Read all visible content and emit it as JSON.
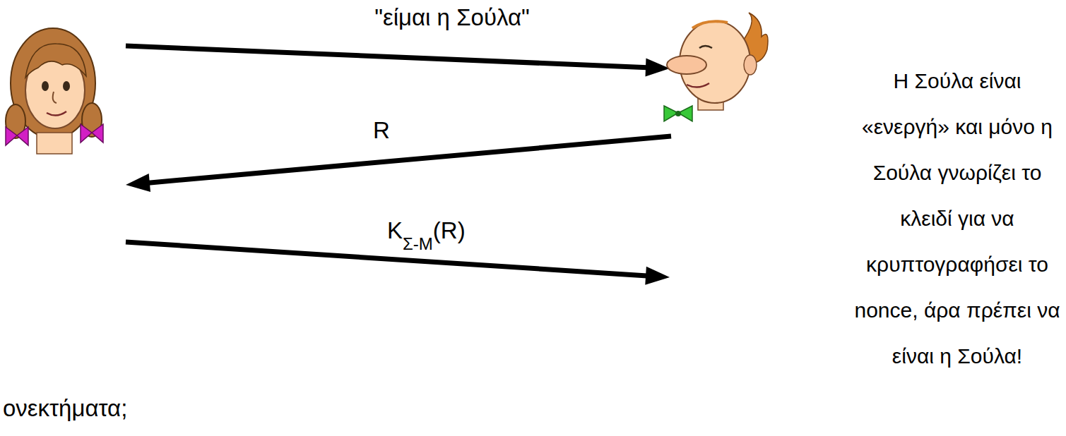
{
  "diagram": {
    "labels": [
      "\"είμαι η Σούλα\"",
      "R",
      "K",
      "Σ-M",
      "(R)",
      "Η Σούλα είναι «ενεργή» και μόνο η Σούλα γνωρίζει το κλειδί για να κρυπτογραφήσει το nonce, άρα πρέπει να είναι η Σούλα!",
      "ονεκτήματα;"
    ]
  }
}
